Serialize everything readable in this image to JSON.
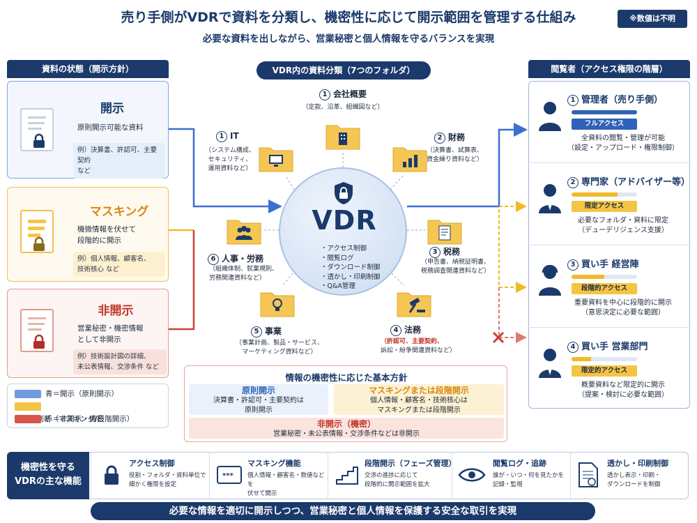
{
  "header": {
    "title": "売り手側がVDRで資料を分類し、機密性に応じて開示範囲を管理する仕組み",
    "subtitle": "必要な資料を出しながら、営業秘密と個人情報を守るバランスを実現",
    "note": "※数値は不明"
  },
  "left_panel": {
    "title": "資料の状態（開示方針）",
    "cards": [
      {
        "title": "開示",
        "desc": [
          "原則開示可能な資料"
        ],
        "example": [
          "例）決算書、許認可、主要契約",
          "など"
        ]
      },
      {
        "title": "マスキング",
        "desc": [
          "機微情報を伏せて",
          "段階的に開示"
        ],
        "example": [
          "例）個人情報、顧客名、",
          "技術核心 など"
        ]
      },
      {
        "title": "非開示",
        "desc": [
          "営業秘密・機密情報",
          "として非開示"
        ],
        "example": [
          "例）技術設計図の詳細、",
          "未公表情報、交渉条件 など"
        ]
      }
    ],
    "legend": [
      {
        "label": "青＝開示（原則開示）",
        "color": "#6f9be0"
      },
      {
        "label": "黄＝要判断（マスキング/段階開示）",
        "color": "#f4c443"
      },
      {
        "label": "赤＝非開示・機密",
        "color": "#d9544a"
      }
    ]
  },
  "center_panel": {
    "title": "VDR内の資料分類（7つのフォルダ）",
    "vdr_label": "VDR",
    "vdr_features": [
      "・アクセス制御",
      "・閲覧ログ",
      "・ダウンロード制御",
      "・透かし・印刷制御",
      "・Q&A管理"
    ],
    "folders": [
      {
        "num": "1",
        "label": "会社概要",
        "desc": [
          "（定款、沿革、組織図など）"
        ],
        "icon": "building-icon"
      },
      {
        "num": "2",
        "label": "財務",
        "desc": [
          "（決算書、試算表、",
          "資金繰り資料など）"
        ],
        "icon": "bar-chart-icon"
      },
      {
        "num": "3",
        "label": "税務",
        "desc": [
          "（申告書、納税証明書、",
          "税務調査関連資料など）"
        ],
        "icon": "tax-document-icon"
      },
      {
        "num": "4",
        "label": "法務",
        "desc_red": [
          "（許認可、主要契約、"
        ],
        "desc": [
          "訴訟・紛争関連資料など）"
        ],
        "icon": "gavel-icon"
      },
      {
        "num": "5",
        "label": "事業",
        "desc": [
          "（事業計画、製品・サービス、",
          "マーケティング資料など）"
        ],
        "icon": "lightbulb-icon"
      },
      {
        "num": "6",
        "label": "人事・労務",
        "desc": [
          "（組織体制、就業規則、",
          "労務関連資料など）"
        ],
        "icon": "people-icon"
      },
      {
        "num": "1",
        "label": "IT",
        "desc": [
          "（システム構成、",
          "セキュリティ、",
          "運用資料など）"
        ],
        "icon": "monitor-icon"
      }
    ]
  },
  "policy": {
    "title": "情報の機密性に応じた基本方針",
    "items": [
      {
        "title": "原則開示",
        "desc": [
          "決算書・許認可・主要契約は",
          "原則開示"
        ]
      },
      {
        "title": "マスキングまたは段階開示",
        "desc": [
          "個人情報・顧客名・技術核心は",
          "マスキングまたは段階開示"
        ]
      },
      {
        "title": "非開示（機密）",
        "desc": [
          "営業秘密・未公表情報・交渉条件などは非開示"
        ]
      }
    ]
  },
  "right_panel": {
    "title": "閲覧者（アクセス権限の階層）",
    "viewers": [
      {
        "num": "1",
        "title": "管理者（売り手側）",
        "access": "フルアクセス",
        "access_level": 1.0,
        "desc": [
          "全資料の閲覧・管理が可能",
          "（設定・アップロード・権限制御）"
        ]
      },
      {
        "num": "2",
        "title": "専門家（アドバイザー等）",
        "access": "限定アクセス",
        "access_level": 0.7,
        "desc": [
          "必要なフォルダ・資料に限定",
          "（デューデリジェンス支援）"
        ]
      },
      {
        "num": "3",
        "title": "買い手 経営陣",
        "access": "段階的アクセス",
        "access_level": 0.5,
        "desc": [
          "重要資料を中心に段階的に開示",
          "（意思決定に必要な範囲）"
        ]
      },
      {
        "num": "4",
        "title": "買い手 営業部門",
        "access": "限定的アクセス",
        "access_level": 0.3,
        "desc": [
          "概要資料など限定的に開示",
          "（提案・検討に必要な範囲）"
        ]
      }
    ]
  },
  "features": {
    "title": [
      "機密性を守る",
      "VDRの主な機能"
    ],
    "items": [
      {
        "title": "アクセス制御",
        "desc": [
          "役割・フォルダ・資料単位で",
          "細かく権限を設定"
        ],
        "icon": "lock-icon"
      },
      {
        "title": "マスキング機能",
        "desc": [
          "個人情報・顧客名・数値などを",
          "伏せて開示"
        ],
        "icon": "masked-input-icon"
      },
      {
        "title": "段階開示（フェーズ管理）",
        "desc": [
          "交渉の進捗に応じて",
          "段階的に開示範囲を拡大"
        ],
        "icon": "stairs-icon"
      },
      {
        "title": "閲覧ログ・追跡",
        "desc": [
          "誰が・いつ・何を見たかを",
          "記録・監視"
        ],
        "icon": "eye-icon"
      },
      {
        "title": "透かし・印刷制御",
        "desc": [
          "透かし表示・印刷・",
          "ダウンロードを制御"
        ],
        "icon": "watermark-document-icon"
      }
    ]
  },
  "footer": "必要な情報を適切に開示しつつ、営業秘密と個人情報を保護する安全な取引を実現"
}
